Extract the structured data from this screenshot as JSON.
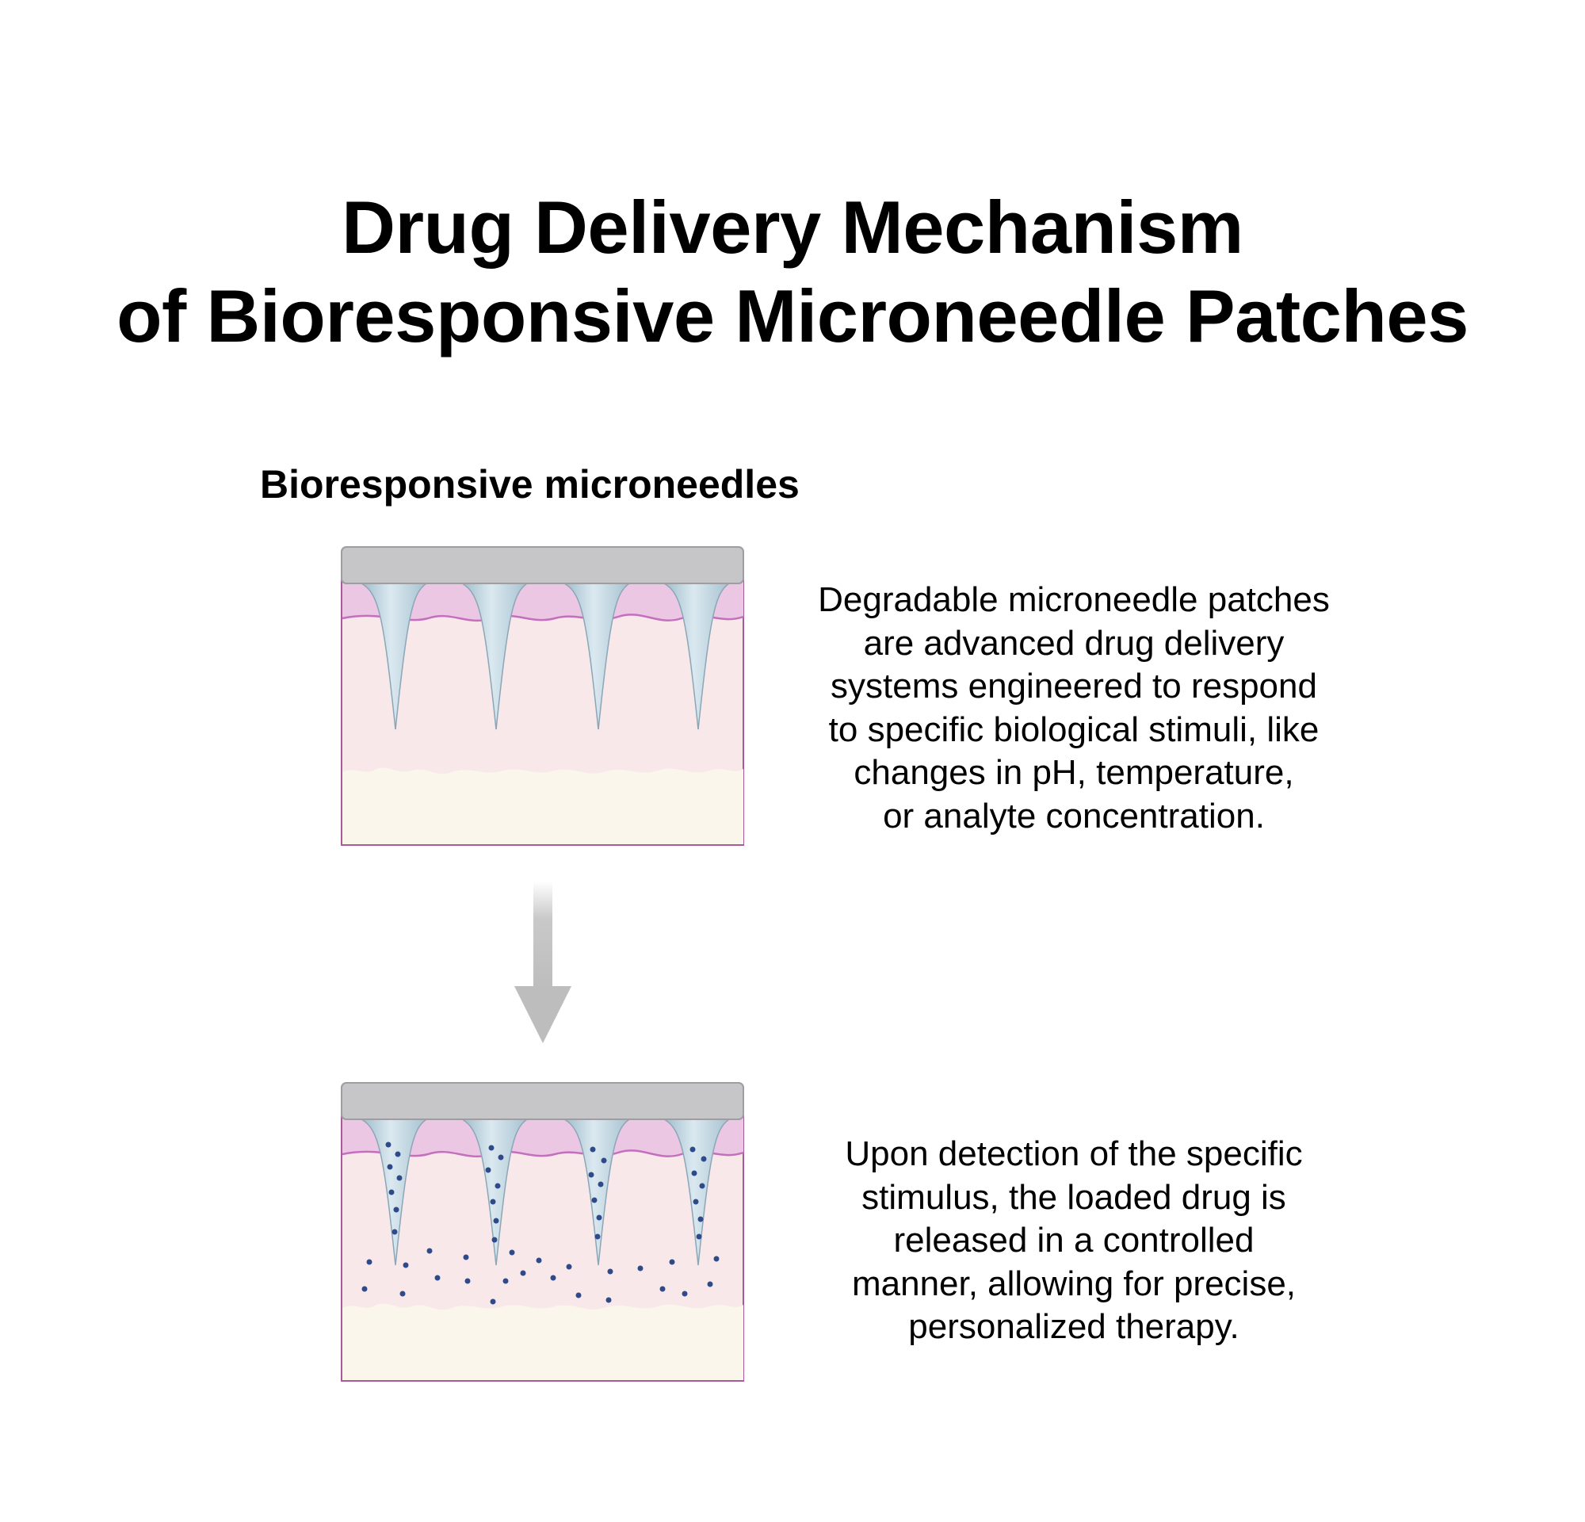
{
  "title": {
    "line1": "Drug Delivery Mechanism",
    "line2": "of Bioresponsive Microneedle Patches"
  },
  "subtitle": "Bioresponsive microneedles",
  "descriptions": [
    {
      "lines": [
        "Degradable microneedle patches",
        "are advanced drug delivery",
        "systems engineered to respond",
        "to specific biological stimuli, like",
        "changes in pH, temperature,",
        "or analyte concentration."
      ]
    },
    {
      "lines": [
        "Upon detection of the specific",
        "stimulus, the loaded drug is",
        "released in a controlled",
        "manner, allowing for precise,",
        "personalized therapy."
      ]
    }
  ],
  "colors": {
    "patch_backing": "#c6c6c9",
    "epidermis": "#ecc7e3",
    "dermis": "#f8e8ea",
    "hypodermis": "#fbf6ec",
    "needle": "#b9d3e0",
    "drug_particles": "#2f4a8a",
    "arrow": "#bdbdbd",
    "border": "#a85b9a"
  },
  "icons": [
    "microneedle-patch-intact",
    "microneedle-patch-releasing",
    "down-arrow-icon"
  ]
}
